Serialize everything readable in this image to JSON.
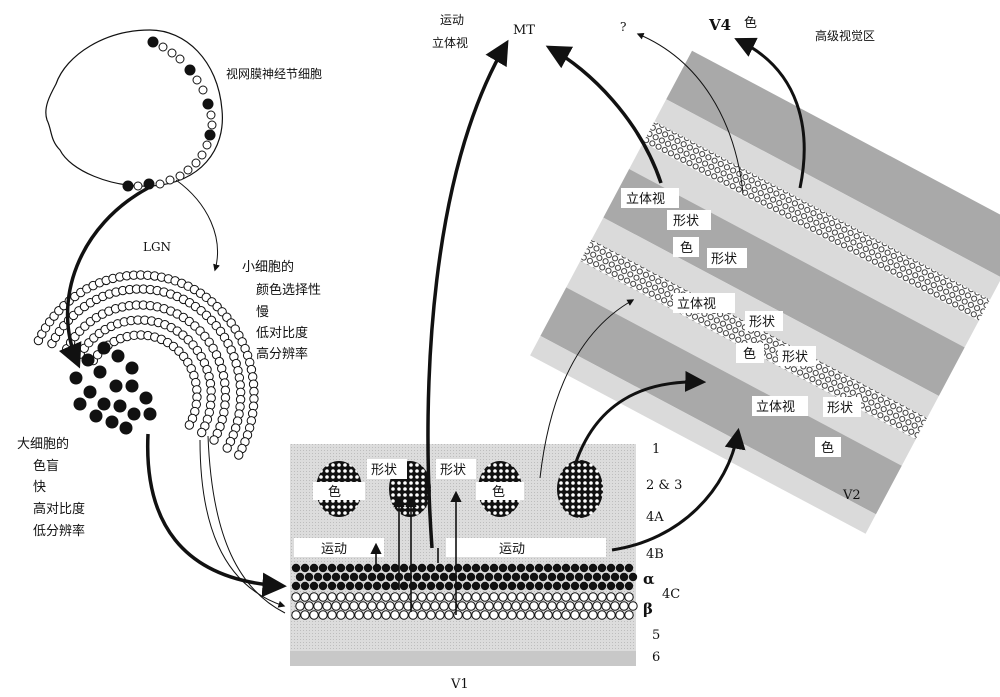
{
  "colors": {
    "background": "#ffffff",
    "v1_field": "#d8d8d8",
    "v2_dark_stripe": "#a9a9a9",
    "v2_light_stripe": "#d9d9d9",
    "ink": "#111111"
  },
  "top": {
    "mt_desc_1": "运动",
    "mt_desc_2": "立体视",
    "mt": "MT",
    "unknown": "?",
    "v4": "V4",
    "v4_desc": "色",
    "higher": "高级视觉区"
  },
  "retina": {
    "label": "视网膜神经节细胞"
  },
  "lgn": {
    "label": "LGN",
    "parvo": [
      "小细胞的",
      "颜色选择性",
      "慢",
      "低对比度",
      "高分辨率"
    ],
    "magno": [
      "大细胞的",
      "色盲",
      "快",
      "高对比度",
      "低分辨率"
    ]
  },
  "v1": {
    "label": "V1",
    "blobs": [
      {
        "inner": "色",
        "pattern": "solid"
      },
      {
        "inner": "",
        "pattern": "check"
      },
      {
        "inner": "色",
        "pattern": "solid"
      },
      {
        "inner": "",
        "pattern": "check"
      }
    ],
    "interblob": [
      "形状",
      "形状"
    ],
    "layer4b": [
      "运动",
      "运动"
    ],
    "layers": [
      "1",
      "2 & 3",
      "4A",
      "4B",
      "α",
      "4C",
      "β",
      "5",
      "6"
    ]
  },
  "v2": {
    "label": "V2",
    "stripe_labels": [
      [
        "立体视",
        "形状",
        "色",
        "形状"
      ],
      [
        "立体视",
        "形状",
        "色",
        "形状"
      ],
      [
        "立体视",
        "形状",
        "色"
      ]
    ]
  }
}
